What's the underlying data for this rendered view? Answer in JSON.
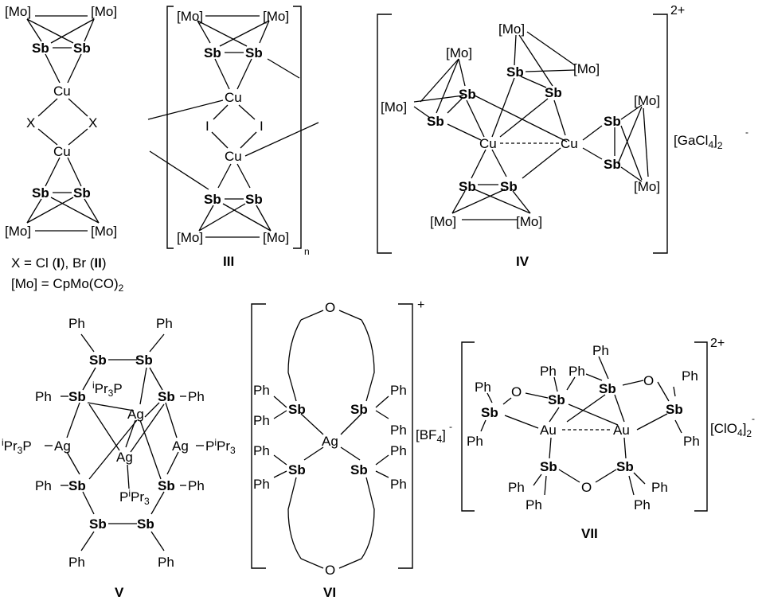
{
  "colors": {
    "antimony": "#9b59c0",
    "text": "#000000",
    "bond": "#000000"
  },
  "atoms": {
    "mo": "[Mo]",
    "sb": "Sb",
    "cu": "Cu",
    "x": "X",
    "i": "I",
    "ag": "Ag",
    "au": "Au",
    "o": "O",
    "ph": "Ph"
  },
  "compounds": {
    "I_II": {
      "label_line1_a": "X = Cl (",
      "label_line1_b": "I",
      "label_line1_c": "), Br (",
      "label_line1_d": "II",
      "label_line1_e": ")",
      "label_line2_a": "[Mo] = CpMo(CO)",
      "label_line2_sub": "2"
    },
    "III": {
      "label": "III",
      "repeat": "n"
    },
    "IV": {
      "label": "IV",
      "charge": "2+",
      "counterion_a": "[GaCl",
      "counterion_sub": "4",
      "counterion_b": "]",
      "counterion_sub2": "2",
      "counterion_sup": "-"
    },
    "V": {
      "label": "V",
      "ligand_a": "Pr",
      "ligand_p": "P",
      "ligand_i": "i",
      "ligand_3": "3"
    },
    "VI": {
      "label": "VI",
      "charge": "+",
      "counterion_a": "[BF",
      "counterion_sub": "4",
      "counterion_b": "]",
      "counterion_sup": "-"
    },
    "VII": {
      "label": "VII",
      "charge": "2+",
      "counterion_a": "[ClO",
      "counterion_sub": "4",
      "counterion_b": "]",
      "counterion_sub2": "2",
      "counterion_sup": "-"
    }
  }
}
